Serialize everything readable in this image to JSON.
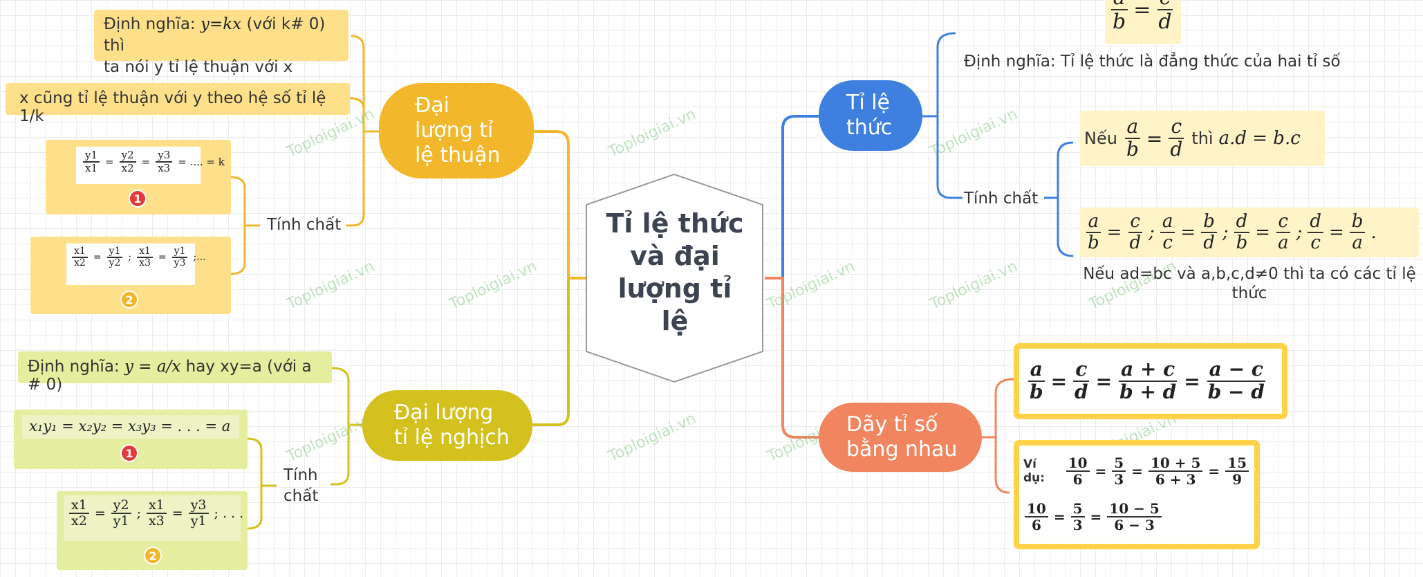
{
  "colors": {
    "yellow": "#F2B72A",
    "olive": "#D4C11D",
    "blue": "#3F7FE0",
    "orange": "#F08560",
    "yellow_box": "#FFE08A",
    "yellow_pale": "#FFF4C8",
    "green_box": "#E4EE9E",
    "frame_yellow": "#FFD24A"
  },
  "center": {
    "lines": [
      "Tỉ lệ thức",
      "và đại",
      "lượng tỉ",
      "lệ"
    ]
  },
  "watermark": "Toploigiai.vn",
  "left": {
    "thuan": {
      "title": [
        "Đại",
        "lượng tỉ",
        "lệ thuận"
      ],
      "def_prefix": "Định nghĩa: ",
      "def_formula": "y=kx",
      "def_suffix": " (với k# 0) thì",
      "def_line2": "ta nói y tỉ lệ thuận với x",
      "note": "x cũng tỉ lệ thuận với y theo hệ số tỉ lệ 1/k",
      "props_label": "Tính chất",
      "prop1_terms": [
        [
          "y1",
          "x1"
        ],
        [
          "y2",
          "x2"
        ],
        [
          "y3",
          "x3"
        ]
      ],
      "prop1_tail": "= .... = k",
      "prop2_terms": [
        [
          "x1",
          "x2"
        ],
        [
          "y1",
          "y2"
        ],
        [
          "x1",
          "x3"
        ],
        [
          "y1",
          "y3"
        ]
      ],
      "prop2_tail": ";...",
      "badge1": "1",
      "badge2": "2"
    },
    "nghich": {
      "title": [
        "Đại lượng",
        "tỉ lệ nghịch"
      ],
      "def_prefix": "Định nghĩa: ",
      "def_formula": "y = a/x",
      "def_suffix": " hay xy=a (với a # 0)",
      "props_label": [
        "Tính",
        "chất"
      ],
      "prop1": "x₁y₁ = x₂y₂ = x₃y₃ = . . . = a",
      "prop2_terms": [
        [
          "x1",
          "x2"
        ],
        [
          "y2",
          "y1"
        ],
        [
          "x1",
          "x3"
        ],
        [
          "y3",
          "y1"
        ]
      ],
      "prop2_tail": "; . . .",
      "badge1": "1",
      "badge2": "2"
    }
  },
  "right": {
    "ti_le_thuc": {
      "title": [
        "Tỉ lệ",
        "thức"
      ],
      "top_formula": {
        "n1": "a",
        "d1": "b",
        "eq": "=",
        "n2": "c",
        "d2": "d"
      },
      "def": "Định nghĩa: Tỉ lệ thức là đẳng thức của hai tỉ số",
      "props_label": "Tính chất",
      "prop1_prefix": "Nếu",
      "prop1_mid": "thì",
      "prop1_tail": "a.d = b.c",
      "prop2_fracs": [
        [
          "a",
          "b"
        ],
        [
          "c",
          "d"
        ],
        [
          "a",
          "c"
        ],
        [
          "b",
          "d"
        ],
        [
          "d",
          "b"
        ],
        [
          "c",
          "a"
        ],
        [
          "d",
          "c"
        ],
        [
          "b",
          "a"
        ]
      ],
      "prop2_note": [
        "Nếu ad=bc và a,b,c,d≠0 thì ta có các tỉ lệ",
        "thức"
      ]
    },
    "day_ti_so": {
      "title": [
        "Dãy tỉ số",
        "bằng nhau"
      ],
      "formula_fracs": [
        [
          "a",
          "b"
        ],
        [
          "c",
          "d"
        ],
        [
          "a + c",
          "b + d"
        ],
        [
          "a − c",
          "b − d"
        ]
      ],
      "example_label": "Ví dụ:",
      "example_row1": [
        [
          "10",
          "6"
        ],
        [
          "5",
          "3"
        ],
        [
          "10 + 5",
          "6 + 3"
        ],
        [
          "15",
          "9"
        ]
      ],
      "example_row2": [
        [
          "10",
          "6"
        ],
        [
          "5",
          "3"
        ],
        [
          "10 − 5",
          "6 − 3"
        ]
      ]
    }
  }
}
